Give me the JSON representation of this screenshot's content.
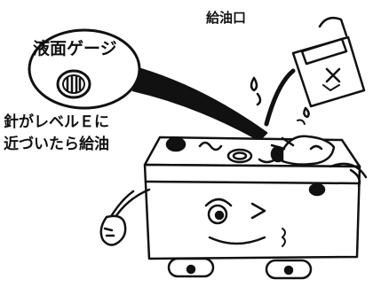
{
  "labels": {
    "gauge": "液面ゲージ",
    "fill_port": "給油口",
    "note_line1": "針がレベルＥに",
    "note_line2": "近づいたら給油"
  },
  "colors": {
    "ink": "#111111",
    "paper": "#ffffff"
  }
}
